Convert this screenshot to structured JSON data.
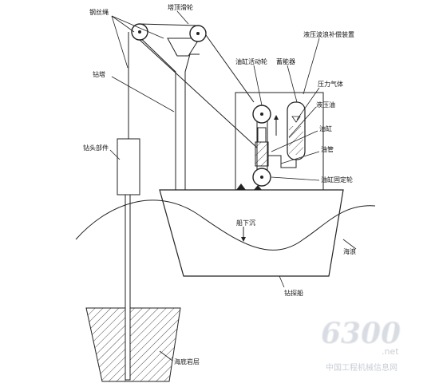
{
  "labels": {
    "wire_rope": "钢丝绳",
    "crown_block": "塔顶滑轮",
    "derrick": "钻塔",
    "hydraulic_compensator": "液压波浪补偿装置",
    "accumulator": "蓄能器",
    "moving_sheave": "油缸活动轮",
    "pressure_gas": "压力气体",
    "hydraulic_oil": "液压油",
    "cylinder": "油缸",
    "oil_pipe": "油管",
    "fixed_sheave": "油缸固定轮",
    "drill_head": "钻头部件",
    "ship_sinking": "船下沉",
    "wave": "海浪",
    "drill_ship": "钻探船",
    "seabed": "海底岩层"
  },
  "watermark": {
    "number": "6300",
    "domain": ".net",
    "site": "中国工程机械信息网"
  },
  "colors": {
    "line": "#222222",
    "watermark": "#cfd4db"
  }
}
